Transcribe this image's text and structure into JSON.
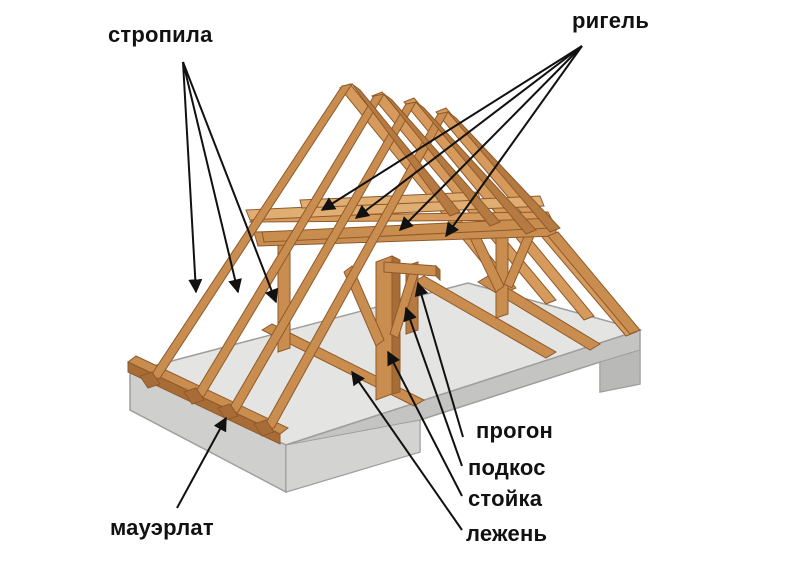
{
  "labels": {
    "rafters": "стропила",
    "crossbar": "ригель",
    "purlin": "прогон",
    "strut": "подкос",
    "post": "стойка",
    "sill_beam": "лежень",
    "wall_plate": "мауэрлат"
  },
  "colors": {
    "wood": "#c98d4f",
    "wood_dark": "#8f5a2b",
    "wood_light": "#e0ad72",
    "concrete_top": "#e4e4e2",
    "concrete_side": "#c9c9c7",
    "concrete_edge": "#9e9e9c",
    "arrow": "#111111",
    "text": "#111111"
  }
}
